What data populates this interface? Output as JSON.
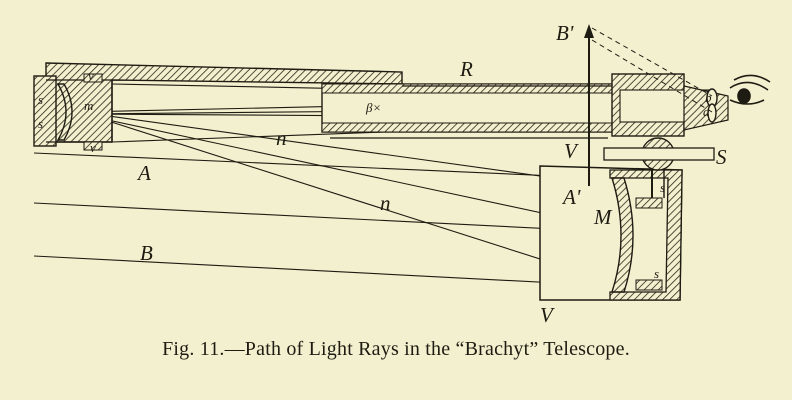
{
  "figure": {
    "caption": "Fig. 11.—Path of Light Rays in the “Brachyt” Telescope.",
    "labels": {
      "B_prime": "B'",
      "R": "R",
      "b": "b",
      "a": "a",
      "beta": "β×",
      "m": "m",
      "v_top": "v",
      "v_bottom": "v",
      "s_left_top": "s",
      "s_left_bottom": "s",
      "n_upper": "n",
      "n_lower": "n",
      "A": "A",
      "B": "B",
      "V_top": "V",
      "V_bottom": "V",
      "S": "S",
      "A_prime": "A'",
      "M": "M",
      "s_right_top": "s",
      "s_right_bottom": "s"
    }
  }
}
